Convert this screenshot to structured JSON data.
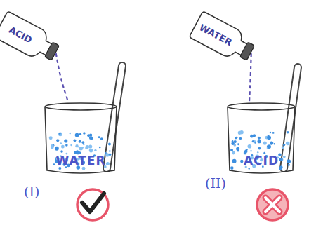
{
  "diagram": {
    "nodes": [
      {
        "text": [
          "ACID"
        ]
      },
      {
        "text": [
          "WATER"
        ]
      },
      {
        "text": [
          "WATER"
        ]
      },
      {
        "text": [
          "ACID"
        ]
      }
    ],
    "edges": [
      {
        "from": 0,
        "to": 1,
        "arrow": "none"
      },
      {
        "from": 2,
        "to": 3,
        "arrow": "none"
      }
    ],
    "labels": [
      "(I)",
      "(II)"
    ]
  }
}
